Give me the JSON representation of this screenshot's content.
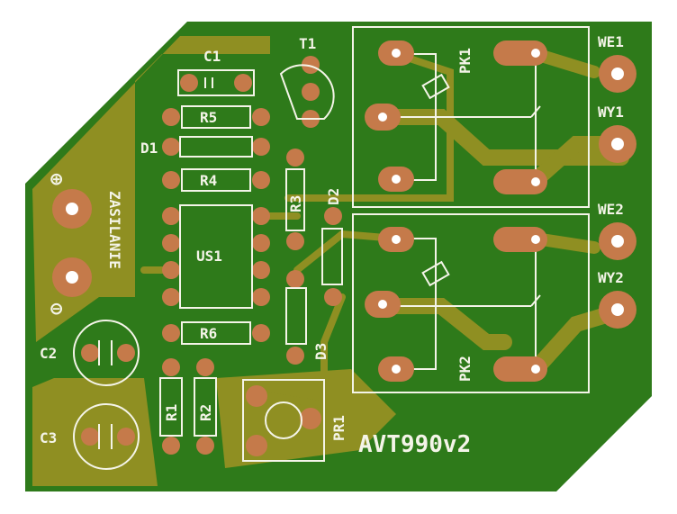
{
  "board": {
    "title": "AVT990v2",
    "colors": {
      "substrate": "#2e7a1a",
      "copper": "#8f8f22",
      "pad": "#c57a4a",
      "silkscreen": "#f4f4e8"
    }
  },
  "components": {
    "c1": "C1",
    "c2": "C2",
    "c3": "C3",
    "r1": "R1",
    "r2": "R2",
    "r3": "R3",
    "r4": "R4",
    "r5": "R5",
    "r6": "R6",
    "d1": "D1",
    "d2": "D2",
    "d3": "D3",
    "t1": "T1",
    "us1": "US1",
    "pr1": "PR1",
    "pk1": "PK1",
    "pk2": "PK2"
  },
  "connectors": {
    "we1": "WE1",
    "wy1": "WY1",
    "we2": "WE2",
    "wy2": "WY2",
    "power_label": "ZASILANIE",
    "plus": "⊕",
    "minus": "⊖"
  }
}
